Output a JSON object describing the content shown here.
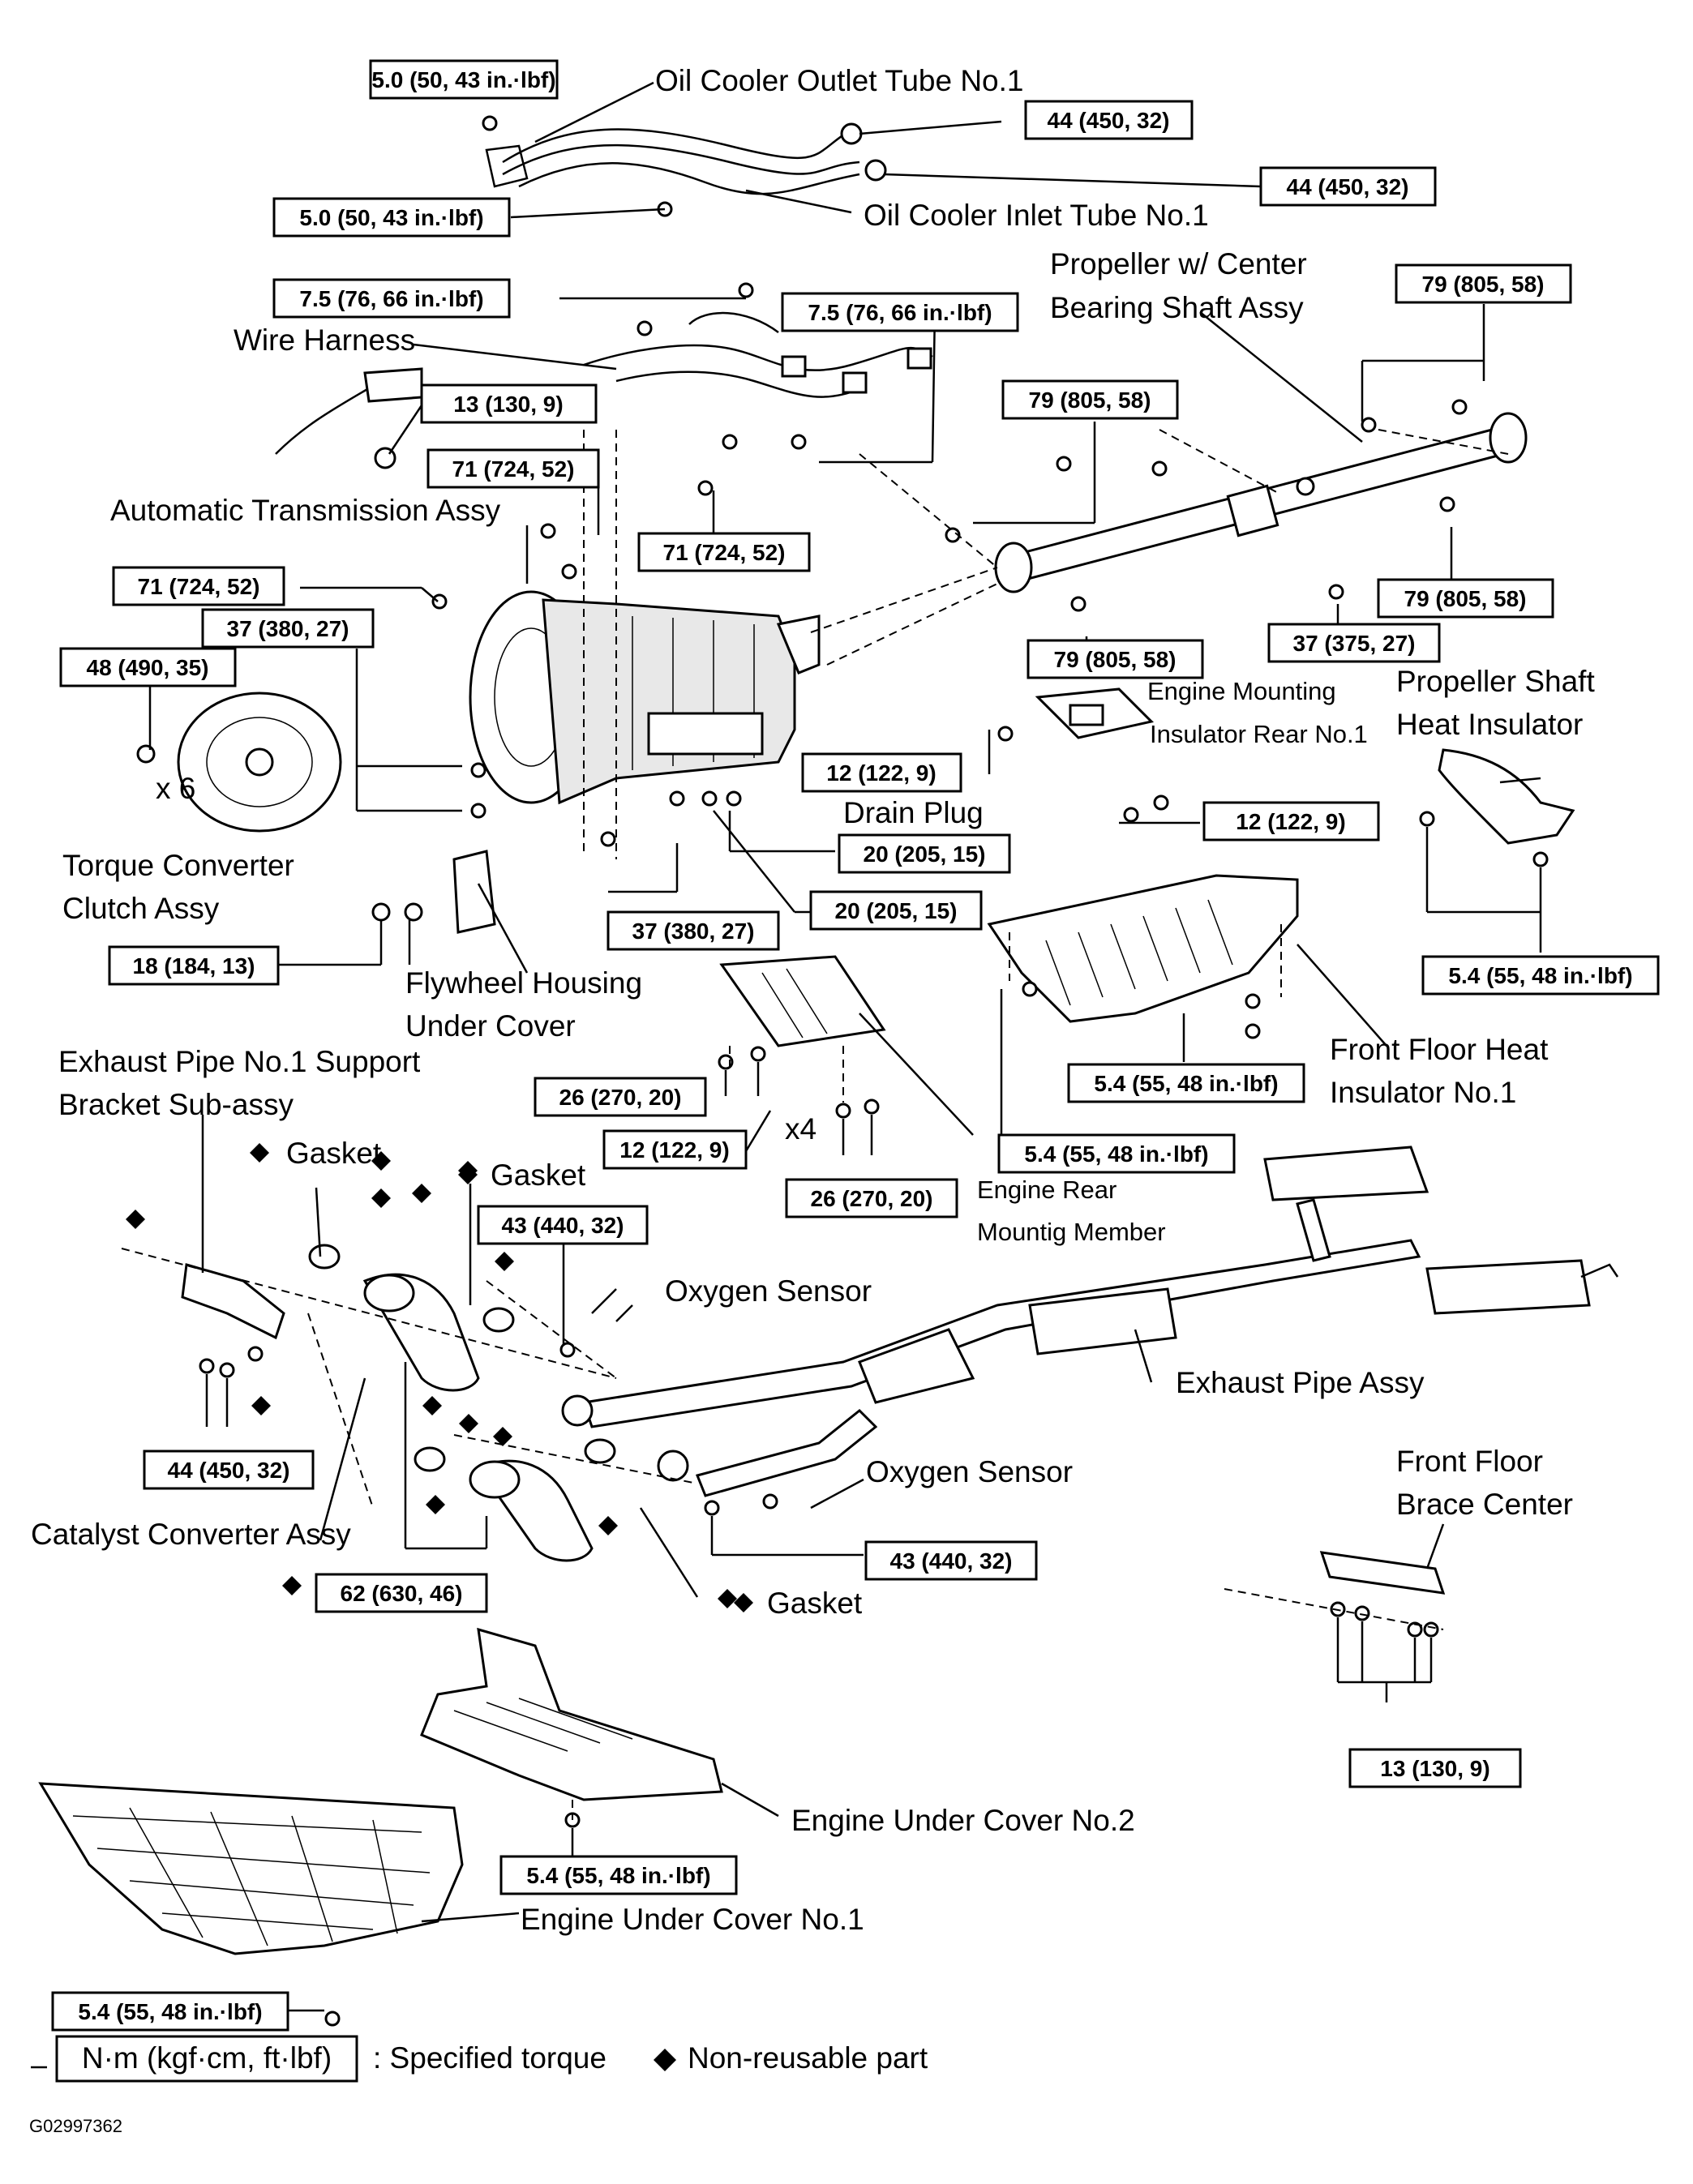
{
  "labels": {
    "oil_cooler_outlet": "Oil Cooler Outlet Tube No.1",
    "oil_cooler_inlet": "Oil Cooler Inlet Tube No.1",
    "propeller_1": "Propeller w/ Center",
    "propeller_2": "Bearing Shaft Assy",
    "wire_harness": "Wire Harness",
    "auto_trans": "Automatic Transmission Assy",
    "torque_conv_1": "Torque Converter",
    "torque_conv_2": "Clutch Assy",
    "x6": "x 6",
    "x4": "x4",
    "engine_mount_1": "Engine Mounting",
    "engine_mount_2": "Insulator Rear No.1",
    "prop_heat_1": "Propeller Shaft",
    "prop_heat_2": "Heat Insulator",
    "drain_plug": "Drain Plug",
    "flywheel_1": "Flywheel Housing",
    "flywheel_2": "Under Cover",
    "front_floor_heat_1": "Front Floor Heat",
    "front_floor_heat_2": "Insulator No.1",
    "exhaust_bracket_1": "Exhaust Pipe No.1 Support",
    "exhaust_bracket_2": "Bracket  Sub-assy",
    "gasket_a": "Gasket",
    "gasket_b": "Gasket",
    "gasket_c": "Gasket",
    "engine_rear_1": "Engine Rear",
    "engine_rear_2": "Mountig Member",
    "oxygen_1": "Oxygen Sensor",
    "oxygen_2": "Oxygen Sensor",
    "exhaust_pipe": "Exhaust Pipe Assy",
    "front_floor_brace_1": "Front Floor",
    "front_floor_brace_2": "Brace Center",
    "catalyst": "Catalyst Converter Assy",
    "engine_under_2": "Engine Under Cover No.2",
    "engine_under_1": "Engine Under Cover No.1"
  },
  "torques": {
    "t1": "5.0 (50, 43 in.·lbf)",
    "t2": "44 (450, 32)",
    "t3": "44 (450, 32)",
    "t4": "5.0 (50, 43 in.·lbf)",
    "t5": "7.5 (76, 66 in.·lbf)",
    "t6": "7.5 (76, 66 in.·lbf)",
    "t7": "79 (805, 58)",
    "t8": "13 (130, 9)",
    "t9": "79 (805, 58)",
    "t10": "71 (724, 52)",
    "t11": "71 (724, 52)",
    "t12": "71 (724, 52)",
    "t13": "79 (805, 58)",
    "t14": "37 (380, 27)",
    "t15": "37 (375, 27)",
    "t16": "48 (490, 35)",
    "t17": "79 (805, 58)",
    "t18": "12 (122, 9)",
    "t19": "12 (122, 9)",
    "t20": "20 (205, 15)",
    "t21": "20 (205, 15)",
    "t22": "37 (380, 27)",
    "t23": "18 (184, 13)",
    "t24": "5.4 (55, 48 in.·lbf)",
    "t25": "5.4 (55, 48 in.·lbf)",
    "t26": "26 (270, 20)",
    "t27": "12 (122, 9)",
    "t28": "5.4 (55, 48 in.·lbf)",
    "t29": "26 (270, 20)",
    "t30": "43 (440, 32)",
    "t31": "44 (450, 32)",
    "t32": "43 (440, 32)",
    "t33": "62 (630, 46)",
    "t34": "13 (130, 9)",
    "t35": "5.4 (55, 48 in.·lbf)",
    "t36": "5.4 (55, 48 in.·lbf)"
  },
  "legend": {
    "unit": "N·m (kgf·cm, ft·lbf)",
    "specified": ": Specified torque",
    "nonreusable": "Non-reusable part"
  },
  "figure_id": "G02997362"
}
